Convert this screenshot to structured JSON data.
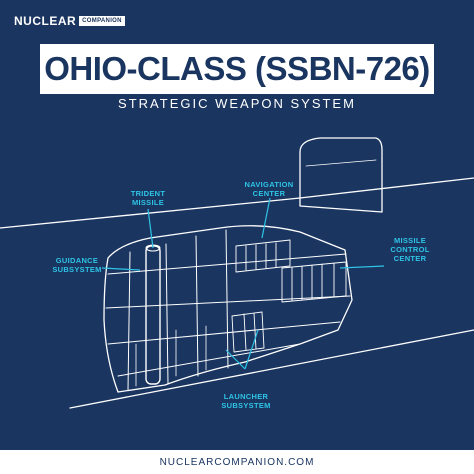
{
  "brand": {
    "name": "NUCLEAR",
    "badge": "COMPANION"
  },
  "header": {
    "title": "OHIO-CLASS (SSBN-726)",
    "subtitle": "STRATEGIC WEAPON SYSTEM"
  },
  "labels": {
    "trident_missile": "TRIDENT\nMISSILE",
    "navigation_center": "NAVIGATION\nCENTER",
    "guidance_subsystem": "GUIDANCE\nSUBSYSTEM",
    "missile_control_center": "MISSILE\nCONTROL\nCENTER",
    "launcher_subsystem": "LAUNCHER\nSUBSYSTEM"
  },
  "footer": {
    "url": "NUCLEARCOMPANION.COM"
  },
  "colors": {
    "background": "#1a3560",
    "accent": "#2ec4e6",
    "line": "#ffffff"
  }
}
